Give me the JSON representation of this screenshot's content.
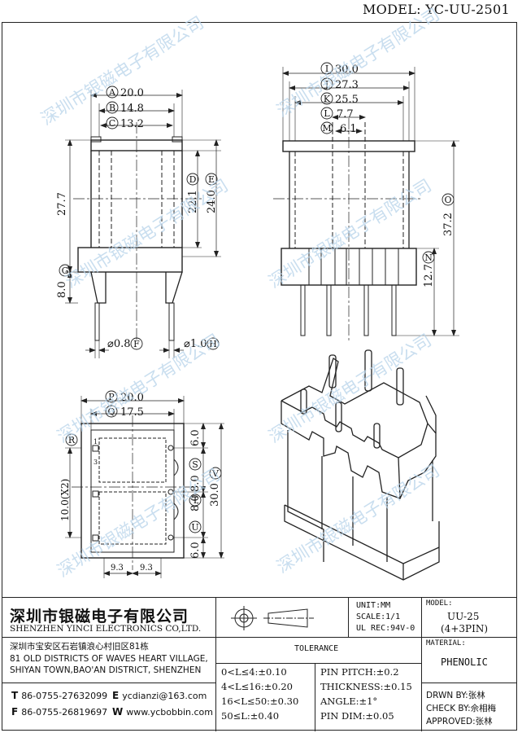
{
  "model_label": "MODEL: YC-UU-2501",
  "watermark_text": "深圳市银磁电子有限公司",
  "dimensions": {
    "A": {
      "letter": "A",
      "value": "20.0"
    },
    "B": {
      "letter": "B",
      "value": "14.8"
    },
    "C": {
      "letter": "C",
      "value": "13.2"
    },
    "D": {
      "letter": "D",
      "value": "22.1"
    },
    "E": {
      "letter": "E",
      "value": "24.0"
    },
    "H27": {
      "value": "27.7"
    },
    "G": {
      "letter": "G",
      "value": "8.0"
    },
    "F": {
      "letter": "F",
      "value": "⌀0.8"
    },
    "H": {
      "letter": "H",
      "value": "⌀1.0"
    },
    "I": {
      "letter": "I",
      "value": "30.0"
    },
    "J": {
      "letter": "J",
      "value": "27.3"
    },
    "K": {
      "letter": "K",
      "value": "25.5"
    },
    "L": {
      "letter": "L",
      "value": "7.7"
    },
    "M": {
      "letter": "M",
      "value": "6.1"
    },
    "N": {
      "letter": "N",
      "value": "12.7"
    },
    "O": {
      "letter": "O",
      "value": "37.2"
    },
    "P": {
      "letter": "P",
      "value": "20.0"
    },
    "Q": {
      "letter": "Q",
      "value": "17.5"
    },
    "R": {
      "letter": "R",
      "value": "10.0(X2)"
    },
    "S": {
      "letter": "S",
      "value": "8.0"
    },
    "T": {
      "letter": "T",
      "value": "8.0"
    },
    "U": {
      "letter": "U",
      "value": "6.0"
    },
    "V": {
      "letter": "V",
      "value": "30.0"
    },
    "top6": {
      "value": "6.0"
    },
    "b93a": {
      "value": "9.3"
    },
    "b93b": {
      "value": "9.3"
    },
    "pin1": {
      "value": "1"
    },
    "pin3": {
      "value": "3"
    }
  },
  "title_block": {
    "company_cn": "深圳市银磁电子有限公司",
    "company_en": "SHENZHEN YINCI ELECTRONICS CO,LTD.",
    "address_cn": "深圳市宝安区石岩镇浪心村旧区81栋",
    "address_en1": "81 OLD DISTRICTS OF WAVES HEART VILLAGE,",
    "address_en2": "SHIYAN TOWN,BAO'AN DISTRICT, SHENZHEN",
    "tel_label": "T",
    "tel": "86-0755-27632099",
    "fax_label": "F",
    "fax": "86-0755-26819697",
    "email_label": "E",
    "email": "ycdianzi@163.com",
    "web_label": "W",
    "web": "www.ycbobbin.com",
    "unit": "UNIT:MM",
    "scale": "SCALE:1/1",
    "ul": "UL REC:94V-0",
    "model_small_label": "MODEL:",
    "model_name": "UU-25",
    "model_pins": "(4+3PIN)",
    "material_label": "MATERIAL:",
    "material": "PHENOLIC",
    "tolerance_label": "TOLERANCE",
    "tol": [
      "0<L≤4:±0.10",
      "4<L≤16:±0.20",
      "16<L≤50:±0.30",
      "50≤L:±0.40"
    ],
    "tol_r": [
      "PIN PITCH:±0.2",
      "THICKNESS:±0.15",
      "ANGLE:±1°",
      "PIN DIM:±0.05"
    ],
    "drawn": "DRWN BY:张林",
    "check": "CHECK BY:佘相梅",
    "approved": "APPROVED:张林"
  }
}
